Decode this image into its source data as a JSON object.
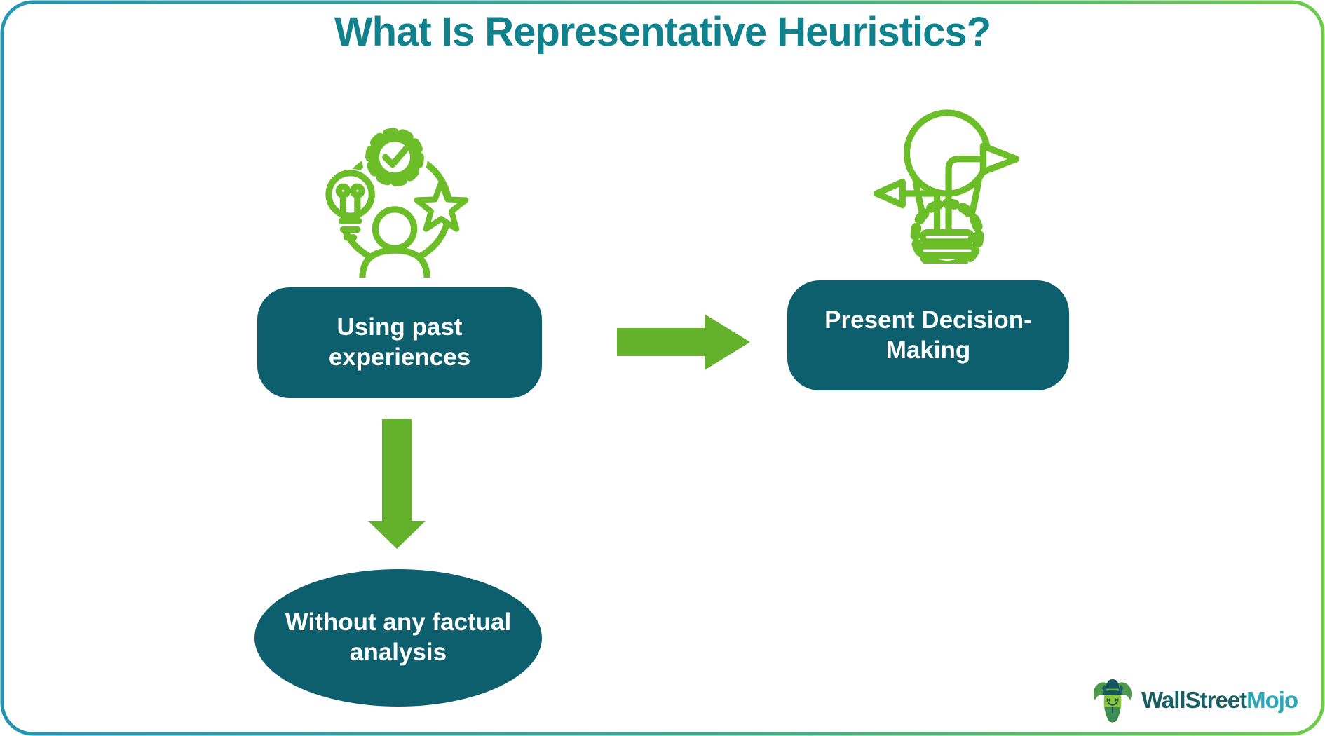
{
  "title": "What Is Representative Heuristics?",
  "colors": {
    "title_teal": "#10828e",
    "node_teal": "#0d5f6e",
    "icon_green": "#6cbe28",
    "arrow_green": "#64b22c",
    "border_gradient_left": "#2395b3",
    "border_gradient_right": "#6ecb49",
    "logo_dark_teal": "#185f63",
    "logo_cyan": "#29a8b8"
  },
  "flow": {
    "source_label": "Using past experiences",
    "result_label": "Present Decision-Making",
    "condition_label": "Without any factual analysis"
  },
  "icons": {
    "left": "person-idea-gear-star-icon",
    "right": "bulb-decision-paths-gear-icon",
    "horizontal": "right-arrow-icon",
    "vertical": "down-arrow-icon",
    "logo": "wallstreetmojo-bull-icon"
  },
  "logo": {
    "brand_primary": "WallStreet",
    "brand_secondary": "Mojo"
  }
}
